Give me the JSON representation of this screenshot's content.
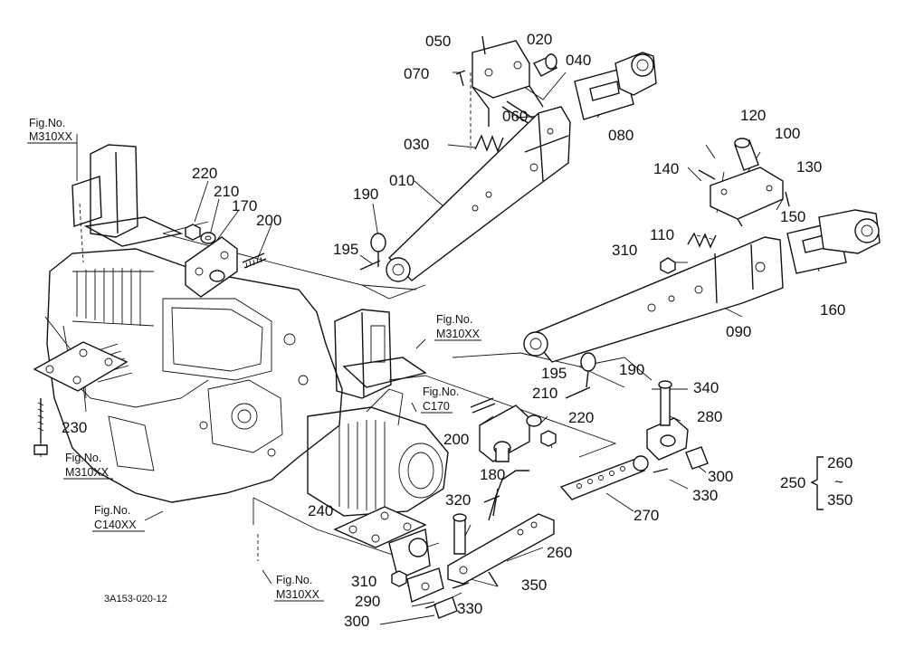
{
  "drawing_code": "3A153-020-12",
  "fig_ref_prefix": "Fig.No.",
  "fig_refs": {
    "ref_a": "M310XX",
    "ref_b": "M310XX",
    "ref_c": "C170",
    "ref_d": "M310XX",
    "ref_e": "C140XX",
    "ref_f": "M310XX"
  },
  "parts": {
    "p050": "050",
    "p020": "020",
    "p040": "040",
    "p070": "070",
    "p060": "060",
    "p030": "030",
    "p080": "080",
    "p010": "010",
    "p190a": "190",
    "p195a": "195",
    "p220a": "220",
    "p210a": "210",
    "p170": "170",
    "p200a": "200",
    "p230": "230",
    "p120": "120",
    "p100": "100",
    "p140": "140",
    "p130": "130",
    "p150": "150",
    "p110": "110",
    "p310a": "310",
    "p160": "160",
    "p090": "090",
    "p190b": "190",
    "p195b": "195",
    "p210b": "210",
    "p220b": "220",
    "p200b": "200",
    "p180": "180",
    "p340": "340",
    "p280": "280",
    "p300a": "300",
    "p330a": "330",
    "p270": "270",
    "p320": "320",
    "p240": "240",
    "p260": "260",
    "p310b": "310",
    "p290": "290",
    "p330b": "330",
    "p350": "350",
    "p300b": "300"
  },
  "range_group": {
    "parent": "250",
    "from": "260",
    "tilde": "~",
    "to": "350"
  }
}
